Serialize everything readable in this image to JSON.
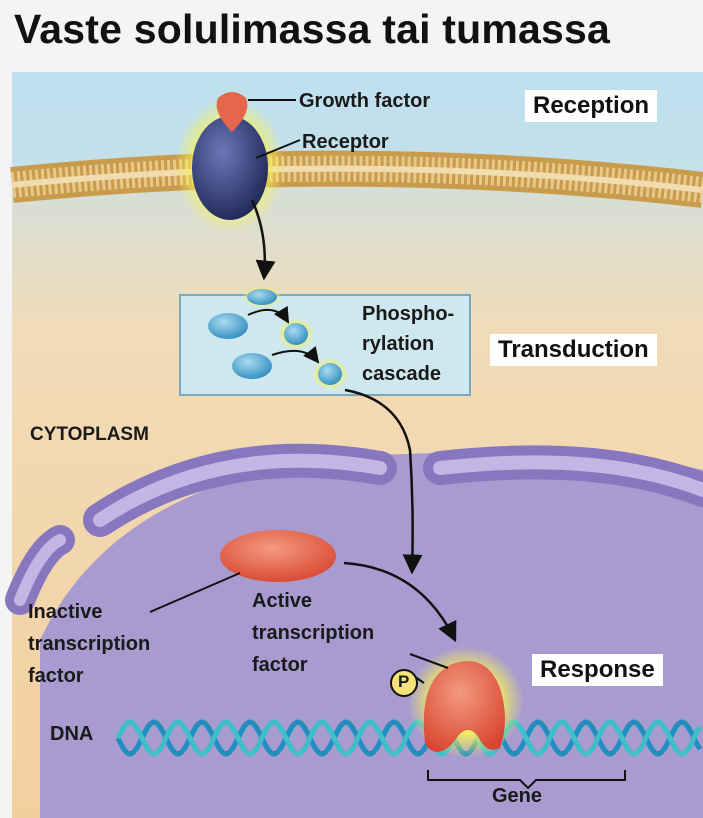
{
  "title": "Vaste solulimassa tai tumassa",
  "stages": {
    "reception": "Reception",
    "transduction": "Transduction",
    "response": "Response"
  },
  "labels": {
    "growth_factor": "Growth factor",
    "receptor": "Receptor",
    "phospho_1": "Phospho-",
    "phospho_2": "rylation",
    "phospho_3": "cascade",
    "cytoplasm": "CYTOPLASM",
    "inactive_1": "Inactive",
    "inactive_2": "transcription",
    "inactive_3": "factor",
    "active_1": "Active",
    "active_2": "transcription",
    "active_3": "factor",
    "phosphate": "P",
    "dna": "DNA",
    "gene": "Gene"
  },
  "colors": {
    "cytoplasm": "#f3d3a6",
    "nucleus": "#a79bcf",
    "membrane": "#d9b36a",
    "receptor": "#2f3a78",
    "growth_factor": "#e5664b",
    "kinase": "#4ea7d1",
    "transcription_factor": "#e5664b",
    "glow": "#f4f04a",
    "dna_strand_a": "#1f8fbf",
    "dna_strand_b": "#3fc0c8"
  }
}
